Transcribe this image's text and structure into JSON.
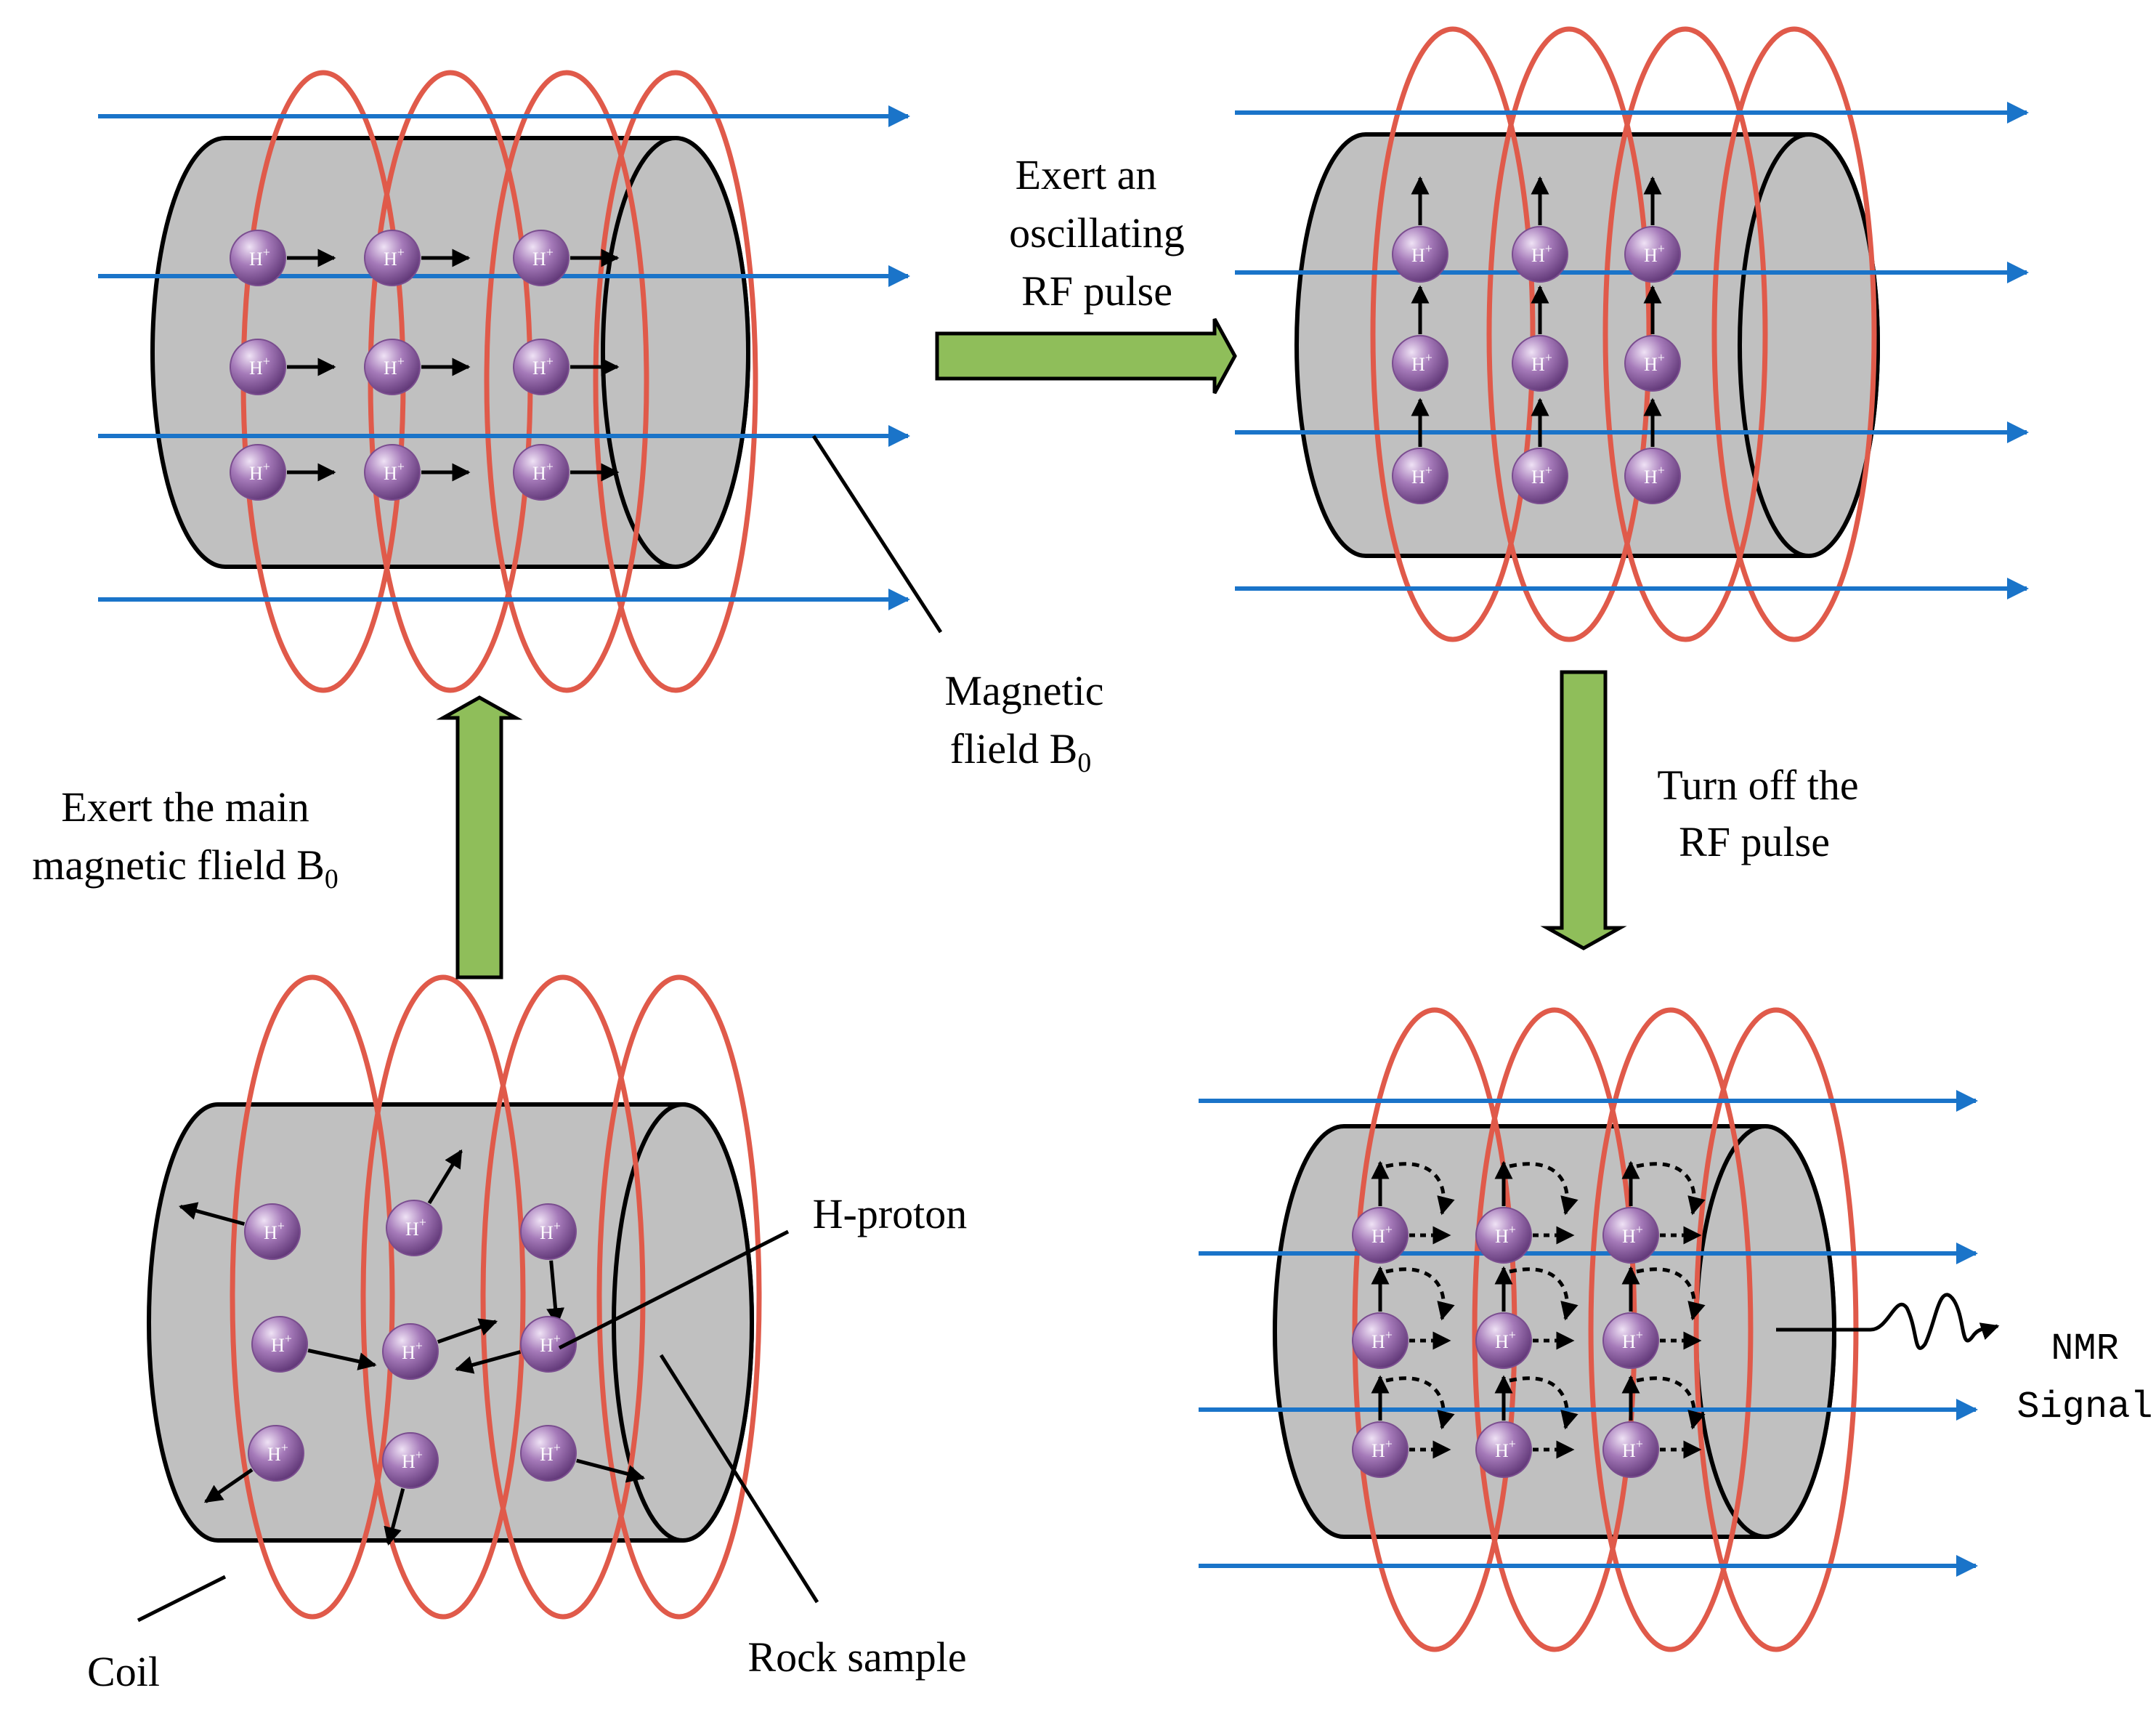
{
  "labels": {
    "magnetic_field_line1": "Magnetic",
    "magnetic_field_line2": "flield B",
    "magnetic_field_sub": "0",
    "exert_main_line1": "Exert the main",
    "exert_main_line2": "magnetic flield B",
    "exert_main_sub": "0",
    "exert_rf_line1": "Exert an",
    "exert_rf_line2": "oscillating",
    "exert_rf_line3": "RF pulse",
    "turn_off_line1": "Turn off the",
    "turn_off_line2": "RF pulse",
    "h_proton": "H-proton",
    "coil": "Coil",
    "rock_sample": "Rock sample",
    "nmr_line1": "NMR",
    "nmr_line2": "Signal"
  },
  "proton_label": "H",
  "proton_sup": "+",
  "colors": {
    "coil": "#e05a4a",
    "field": "#1a74c9",
    "cylinder": "#c0c0c0",
    "process_arrow": "#8fbe5a",
    "proton": "#8a5ba0"
  }
}
